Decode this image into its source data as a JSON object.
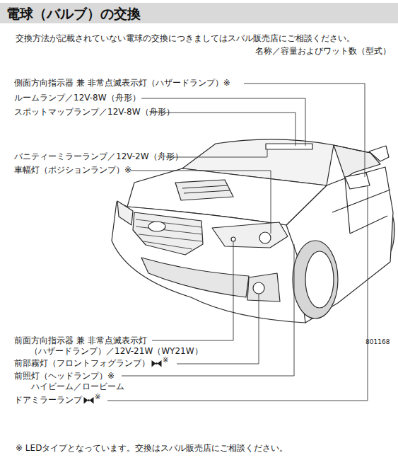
{
  "diagram": {
    "title": "電球（バルブ）の交換",
    "labels": [
      "交換方法が記載されていない電球の交換につきましてはスバル販売店にご相談ください。",
      "名称／容量およびワット数（型式）",
      "側面方向指示器 兼 非常点滅表示灯（ハザードランプ）※",
      "ルームランプ／12V-8W（舟形）",
      "スポットマップランプ／12V-8W（舟形）",
      "バニティーミラーランプ／12V-2W（舟形）",
      "車幅灯（ポジションランプ）※",
      "801168",
      "前面方向指示器 兼 非常点滅表示灯 （ハザードランプ）／12V-21W（WY21W）",
      "前部霧灯（フロントフォグランプ）",
      "※",
      "前照灯（ヘッドランプ）※ ハイビーム／ロービーム",
      "ドアミラーランプ",
      "※",
      "※ LEDタイプとなっています。交換はスバル販売店にご相談ください。"
    ]
  }
}
